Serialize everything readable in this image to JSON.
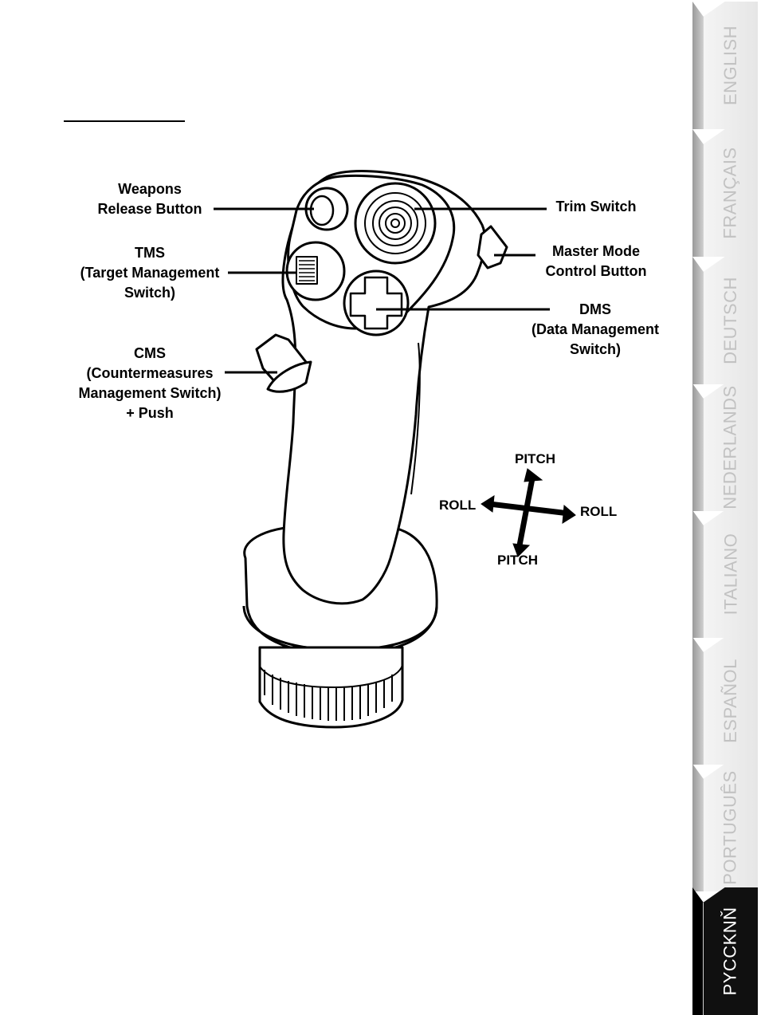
{
  "callouts": {
    "weapons": [
      "Weapons",
      "Release Button"
    ],
    "tms": [
      "TMS",
      "(Target Management",
      "Switch)"
    ],
    "cms": [
      "CMS",
      "(Countermeasures",
      "Management Switch)",
      "+ Push"
    ],
    "trim": [
      "Trim Switch"
    ],
    "master": [
      "Master Mode",
      "Control Button"
    ],
    "dms": [
      "DMS",
      "(Data Management",
      "Switch)"
    ]
  },
  "directions": {
    "pitch_up": "PITCH",
    "pitch_down": "PITCH",
    "roll_left": "ROLL",
    "roll_right": "ROLL"
  },
  "languages": [
    {
      "label": "ENGLISH",
      "active": false
    },
    {
      "label": "FRANÇAIS",
      "active": false
    },
    {
      "label": "DEUTSCH",
      "active": false
    },
    {
      "label": "NEDERLANDS",
      "active": false
    },
    {
      "label": "ITALIANO",
      "active": false
    },
    {
      "label": "ESPAÑOL",
      "active": false
    },
    {
      "label": "PORTUGUÊS",
      "active": false
    },
    {
      "label": "PYCCKNŇ",
      "active": true
    }
  ],
  "colors": {
    "ink": "#000000",
    "tab_inactive_text": "#c2c2c2",
    "tab_active_bg": "#101010"
  }
}
